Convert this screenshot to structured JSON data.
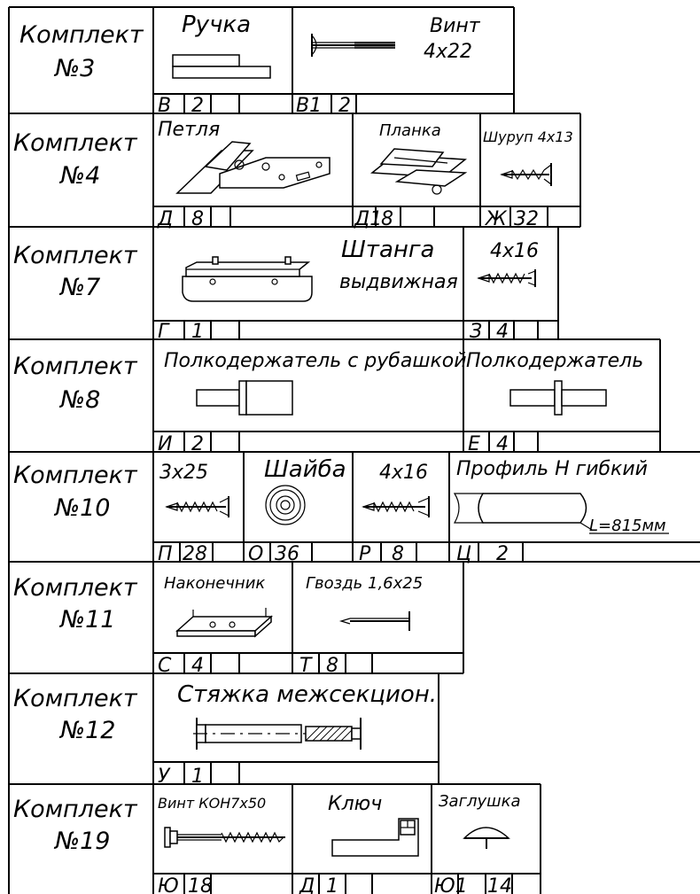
{
  "kits": [
    {
      "label": "Комплект",
      "number": "№3",
      "parts": [
        {
          "name": "Ручка",
          "code": "В",
          "qty": "2"
        },
        {
          "name": "Винт",
          "size": "4x22",
          "code": "В1",
          "qty": "2"
        }
      ]
    },
    {
      "label": "Комплект",
      "number": "№4",
      "parts": [
        {
          "name": "Петля",
          "code": "Д",
          "qty": "8"
        },
        {
          "name": "Планка",
          "code": "Д1",
          "qty": "8"
        },
        {
          "name": "Шуруп 4х13",
          "code": "Ж",
          "qty": "32"
        }
      ]
    },
    {
      "label": "Комплект",
      "number": "№7",
      "parts": [
        {
          "name": "Штанга",
          "name2": "выдвижная",
          "code": "Г",
          "qty": "1"
        },
        {
          "name": "4x16",
          "code": "З",
          "qty": "4"
        }
      ]
    },
    {
      "label": "Комплект",
      "number": "№8",
      "parts": [
        {
          "name": "Полкодержатель с рубашкой",
          "code": "И",
          "qty": "2"
        },
        {
          "name": "Полкодержатель",
          "code": "Е",
          "qty": "4"
        }
      ]
    },
    {
      "label": "Комплект",
      "number": "№10",
      "parts": [
        {
          "name": "3х25",
          "code": "П",
          "qty": "28"
        },
        {
          "name": "Шайба",
          "code": "О",
          "qty": "36"
        },
        {
          "name": "4х16",
          "code": "Р",
          "qty": "8"
        },
        {
          "name": "Профиль Н гибкий",
          "length": "L=815мм",
          "code": "Ц",
          "qty": "2"
        }
      ]
    },
    {
      "label": "Комплект",
      "number": "№11",
      "parts": [
        {
          "name": "Наконечник",
          "code": "С",
          "qty": "4"
        },
        {
          "name": "Гвоздь 1,6х25",
          "code": "Т",
          "qty": "8"
        }
      ]
    },
    {
      "label": "Комплект",
      "number": "№12",
      "parts": [
        {
          "name": "Стяжка межсекцион.",
          "code": "У",
          "qty": "1"
        }
      ]
    },
    {
      "label": "Комплект",
      "number": "№19",
      "parts": [
        {
          "name": "Винт КОН7х50",
          "code": "Ю",
          "qty": "18"
        },
        {
          "name": "Ключ",
          "code": "Д",
          "qty": "1"
        },
        {
          "name": "Заглушка",
          "code": "Ю1",
          "qty": "14"
        }
      ]
    }
  ]
}
